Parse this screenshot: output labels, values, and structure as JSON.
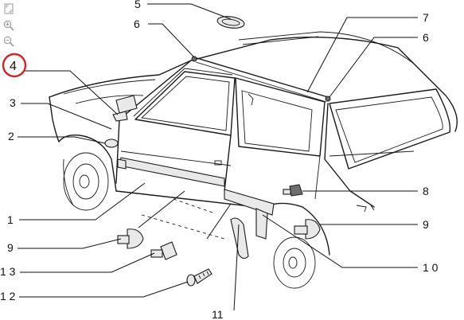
{
  "toolbar": {
    "fit_icon": "fit-screen-icon",
    "zoom_in_icon": "zoom-in-icon",
    "zoom_out_icon": "zoom-out-icon"
  },
  "highlight": {
    "callout": "4",
    "color": "#d0242a"
  },
  "callouts": {
    "c1": "1",
    "c2": "2",
    "c3": "3",
    "c4": "4",
    "c5": "5",
    "c6a": "6",
    "c6b": "6",
    "c7": "7",
    "c8": "8",
    "c9a": "9",
    "c9b": "9",
    "c10": "1 0",
    "c11": "11",
    "c12": "1 2",
    "c13": "1 3"
  }
}
